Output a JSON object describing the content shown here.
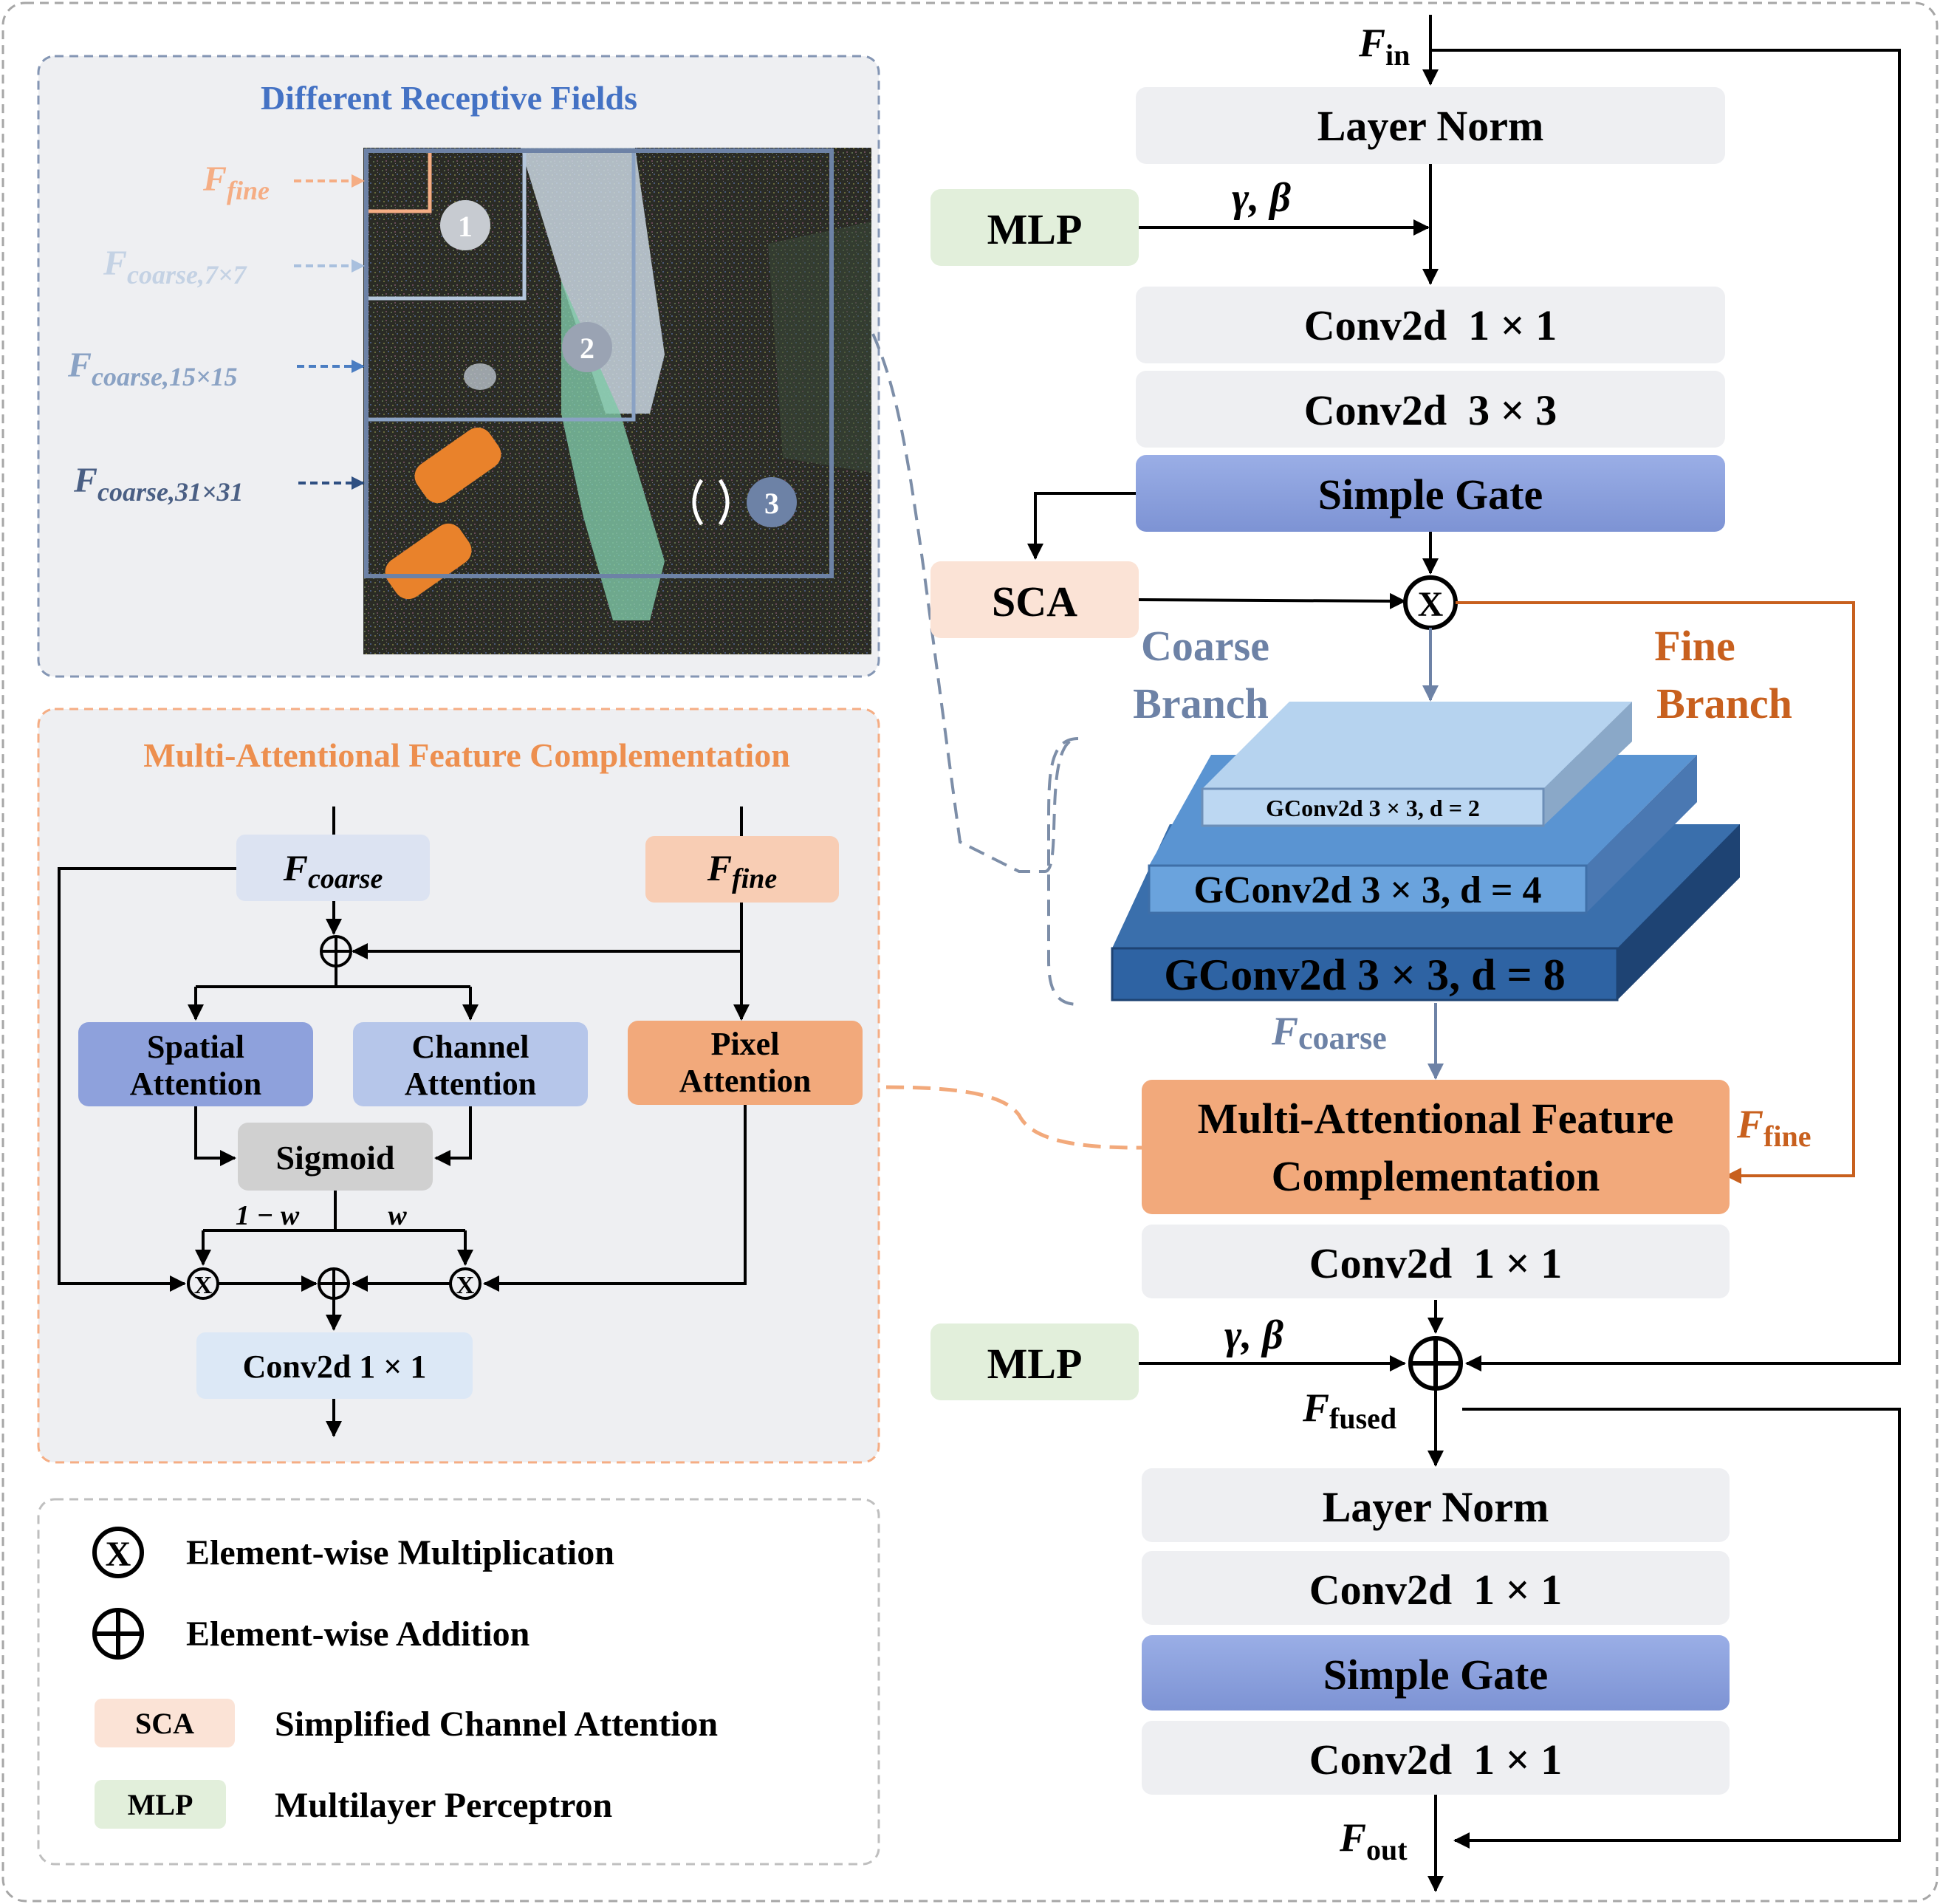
{
  "colors": {
    "gray_box": "#eeeff2",
    "blue_gate": "#8ea1dc",
    "mlp_green": "#e2efdb",
    "sca_peach": "#fbe3d6",
    "mafc_orange": "#f2a97b",
    "fine_orange": "#c8601e",
    "coarse_blue": "#6d82a6",
    "title_blue": "#4472c4",
    "mafc_title": "#ed8f4f"
  },
  "receptive": {
    "title": "Different Receptive Fields",
    "labels": {
      "fine": {
        "main": "F",
        "sub": "fine"
      },
      "coarse7": {
        "main": "F",
        "sub": "coarse,7×7"
      },
      "coarse15": {
        "main": "F",
        "sub": "coarse,15×15"
      },
      "coarse31": {
        "main": "F",
        "sub": "coarse,31×31"
      }
    },
    "badges": [
      "1",
      "2",
      "3"
    ]
  },
  "mafc": {
    "title": "Multi-Attentional Feature Complementation",
    "f_coarse": {
      "main": "F",
      "sub": "coarse"
    },
    "f_fine": {
      "main": "F",
      "sub": "fine"
    },
    "spatial": [
      "Spatial",
      "Attention"
    ],
    "channel": [
      "Channel",
      "Attention"
    ],
    "pixel": [
      "Pixel",
      "Attention"
    ],
    "sigmoid": "Sigmoid",
    "one_minus_w": "1 − w",
    "w": "w",
    "conv": "Conv2d 1 × 1"
  },
  "legend": {
    "mult": "Element-wise Multiplication",
    "add": "Element-wise Addition",
    "sca_tag": "SCA",
    "sca": "Simplified Channel Attention",
    "mlp_tag": "MLP",
    "mlp": "Multilayer Perceptron",
    "mult_symbol": "X",
    "add_symbol": "+"
  },
  "pipeline": {
    "f_in": {
      "main": "F",
      "sub": "in"
    },
    "layer_norm_1": "Layer Norm",
    "mlp_1": "MLP",
    "gamma_beta_1": "γ, β",
    "conv1x1_a": "Conv2d  1 × 1",
    "conv3x3": "Conv2d  3 × 3",
    "simple_gate_1": "Simple Gate",
    "sca": "SCA",
    "coarse_branch": [
      "Coarse",
      "Branch"
    ],
    "fine_branch": [
      "Fine",
      "Branch"
    ],
    "gconv_d2": "GConv2d  3 × 3, d = 2",
    "gconv_d4": "GConv2d  3 × 3, d = 4",
    "gconv_d8": "GConv2d  3 × 3, d = 8",
    "f_coarse": {
      "main": "F",
      "sub": "coarse"
    },
    "f_fine": {
      "main": "F",
      "sub": "fine"
    },
    "mafc": [
      "Multi-Attentional Feature",
      "Complementation"
    ],
    "conv1x1_b": "Conv2d  1 × 1",
    "mlp_2": "MLP",
    "gamma_beta_2": "γ, β",
    "f_fused": {
      "main": "F",
      "sub": "fused"
    },
    "layer_norm_2": "Layer Norm",
    "conv1x1_c": "Conv2d  1 × 1",
    "simple_gate_2": "Simple Gate",
    "conv1x1_d": "Conv2d  1 × 1",
    "f_out": {
      "main": "F",
      "sub": "out"
    }
  }
}
